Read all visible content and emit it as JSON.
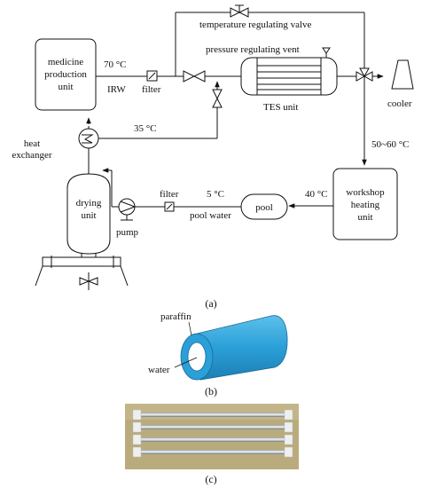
{
  "diagram_a": {
    "medicine_unit": [
      "medicine",
      "production",
      "unit"
    ],
    "temp_70": "70 °C",
    "irw": "IRW",
    "filter_top": "filter",
    "temperature_valve": "temperature regulating valve",
    "pressure_vent": "pressure regulating vent",
    "tes_unit": "TES unit",
    "cooler": "cooler",
    "temp_35": "35 °C",
    "temp_50_60": "50~60 °C",
    "heat_exchanger": [
      "heat",
      "exchanger"
    ],
    "drying_unit": [
      "drying",
      "unit"
    ],
    "pump": "pump",
    "filter_bottom": "filter",
    "temp_5": "5 °C",
    "pool_water": "pool water",
    "pool": "pool",
    "temp_40": "40 °C",
    "workshop_unit": [
      "workshop",
      "heating",
      "unit"
    ],
    "caption": "(a)"
  },
  "diagram_b": {
    "paraffin": "paraffin",
    "water": "water",
    "caption": "(b)",
    "colors": {
      "paraffin_fill": "#2a9fd8",
      "paraffin_dark": "#1f86bd"
    }
  },
  "photo_c": {
    "caption": "(c)",
    "colors": {
      "background": "#b9ab7c",
      "tube": "#c8ccd0",
      "cap": "#eef0f0"
    }
  }
}
